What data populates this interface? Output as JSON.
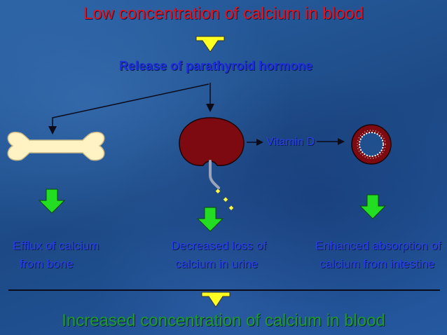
{
  "title_top": "Low concentration of calcium in blood",
  "hormone": "Release of parathyroid hormone",
  "vitamin": "Vitamin D",
  "effects": {
    "bone": [
      "Efflux of calcium",
      "from bone"
    ],
    "kidney": [
      "Decreased loss of",
      "calcium in urine"
    ],
    "intestine": [
      "Enhanced absorption of",
      "calcium from intestine"
    ]
  },
  "title_bottom": "Increased concentration of calcium in blood",
  "colors": {
    "title_top": "#e8101a",
    "title_bottom": "#1f9a2a",
    "labels": "#2a3ef0",
    "bone": "#fff3c4",
    "kidney": "#7d0a10",
    "yellow_arrow": "#ffff22",
    "green_arrow": "#22dd22"
  },
  "icons": [
    "bone-icon",
    "kidney-icon",
    "intestine-ring-icon"
  ]
}
